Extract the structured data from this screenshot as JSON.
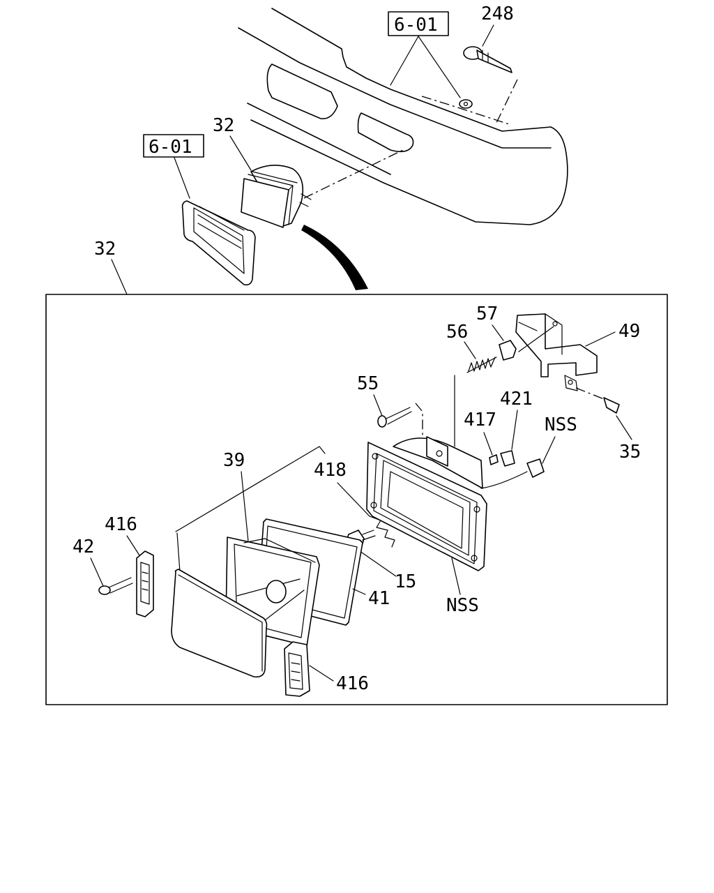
{
  "callouts": {
    "ref_top": "6-01",
    "ref_left": "6-01",
    "p248": "248",
    "p32_top": "32",
    "p32_box": "32",
    "p57": "57",
    "p56": "56",
    "p49": "49",
    "p55": "55",
    "p421": "421",
    "p417": "417",
    "nss_top": "NSS",
    "p35": "35",
    "p39": "39",
    "p418": "418",
    "p416_top": "416",
    "p42": "42",
    "p15": "15",
    "p41": "41",
    "nss_bottom": "NSS",
    "p416_bottom": "416"
  }
}
